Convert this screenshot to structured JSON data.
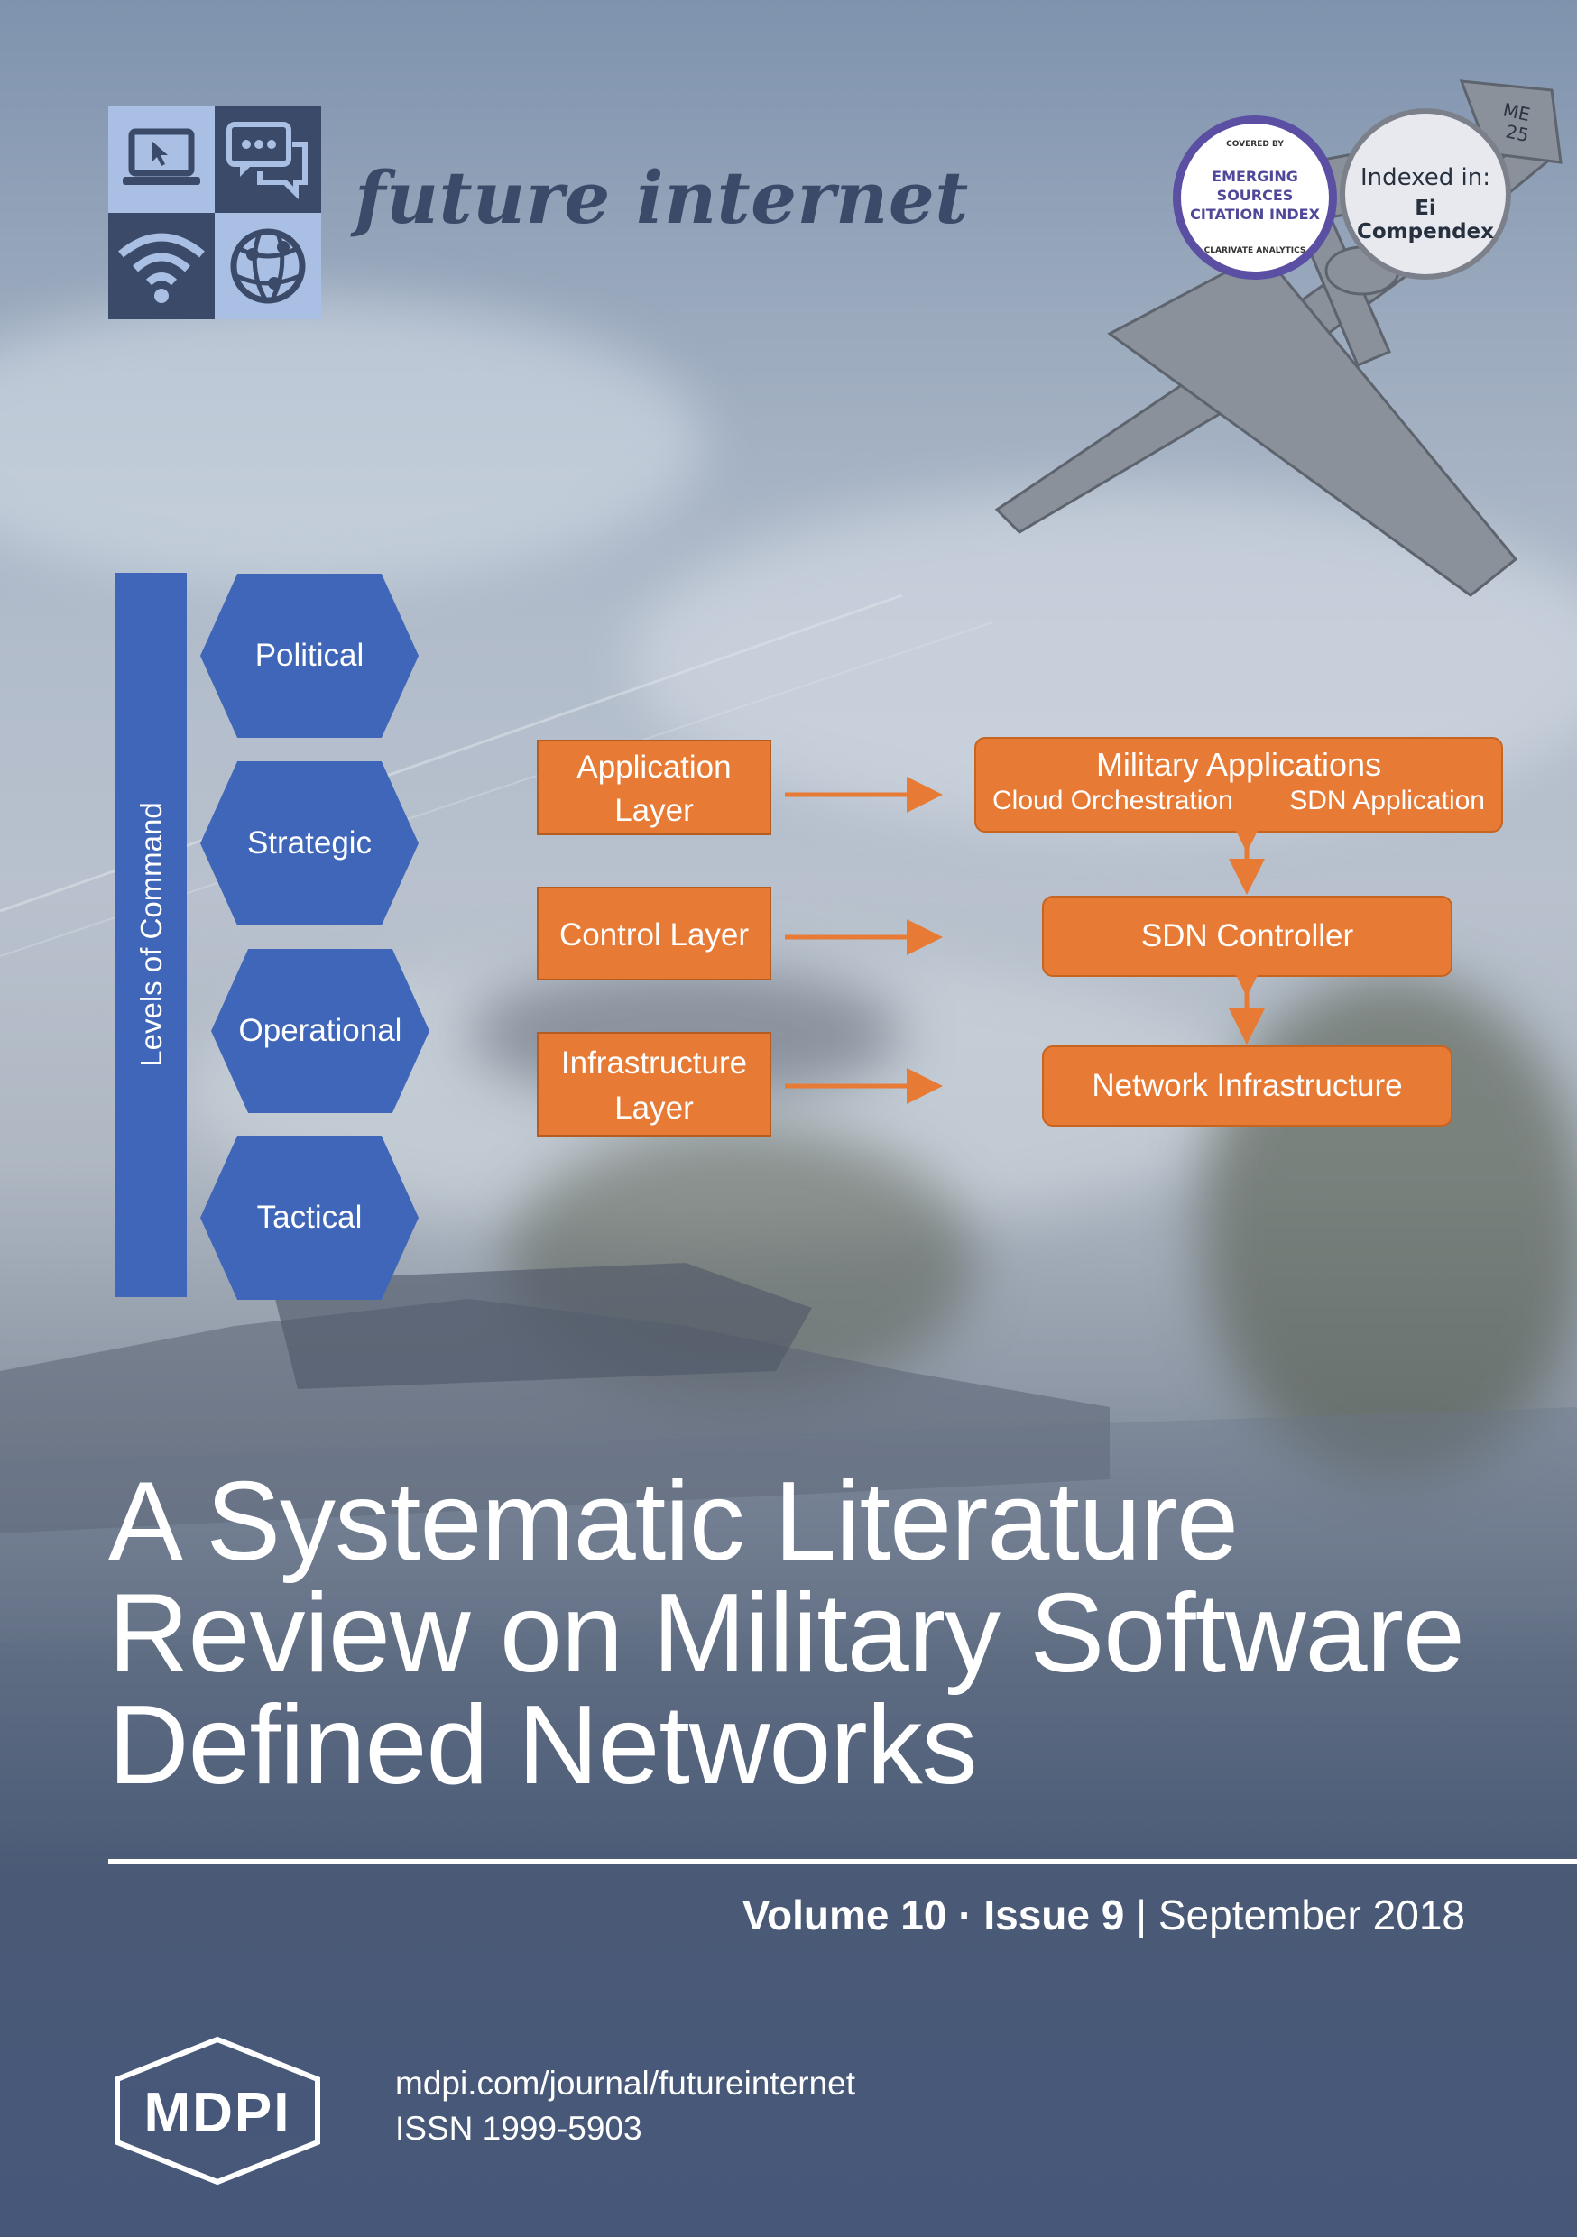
{
  "journal": {
    "name": "future internet"
  },
  "badges": {
    "esci": {
      "top": "COVERED BY",
      "lines": [
        "EMERGING",
        "SOURCES",
        "CITATION INDEX"
      ],
      "bottom": "CLARIVATE ANALYTICS"
    },
    "ei": {
      "line1": "Indexed in:",
      "line2": "Ei Compendex"
    }
  },
  "aircraft": {
    "tail_marking_1": "ME",
    "tail_marking_2": "25"
  },
  "diagram": {
    "levels_label": "Levels of Command",
    "levels": [
      "Political",
      "Strategic",
      "Operational",
      "Tactical"
    ],
    "layers": {
      "application": [
        "Application",
        "Layer"
      ],
      "control": "Control Layer",
      "infrastructure": [
        "Infrastructure",
        "Layer"
      ]
    },
    "components": {
      "military_applications": "Military Applications",
      "cloud_orchestration": "Cloud Orchestration",
      "sdn_application": "SDN Application",
      "sdn_controller": "SDN Controller",
      "network_infrastructure": "Network Infrastructure"
    }
  },
  "article": {
    "title_lines": [
      "A Systematic Literature",
      "Review on Military Software",
      "Defined Networks"
    ]
  },
  "issue": {
    "volume": "Volume 10",
    "separator": " · ",
    "issue": "Issue 9",
    "divider": " | ",
    "date": "September 2018"
  },
  "publisher": {
    "logo_text": "MDPI",
    "url": "mdpi.com/journal/futureinternet",
    "issn": "ISSN 1999-5903"
  },
  "colors": {
    "diagram_blue": "#3f66b8",
    "diagram_orange": "#e77a34",
    "journal_text": "#3b4a68",
    "footer_bg": "#46577a"
  }
}
